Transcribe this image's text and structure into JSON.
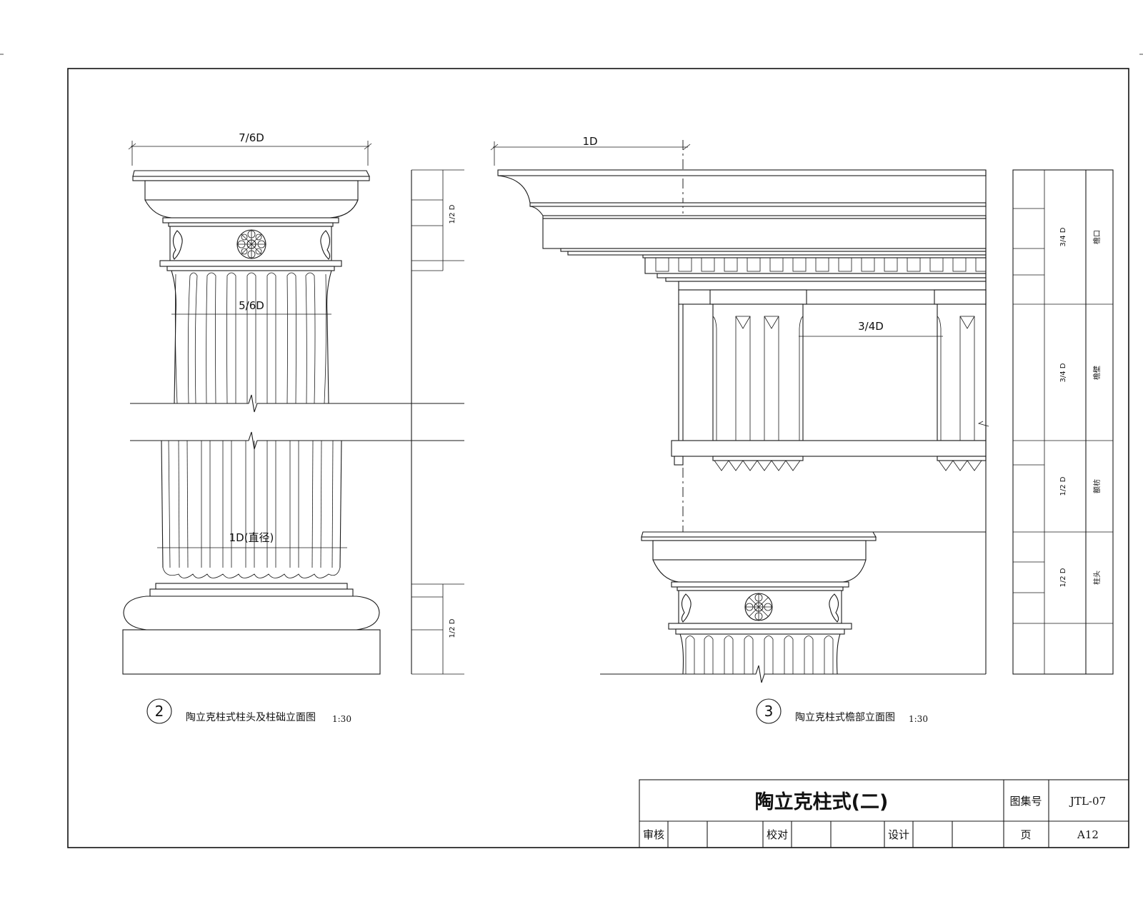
{
  "dimensions": {
    "abacus_width": "7/6D",
    "upper_diameter": "5/6D",
    "diameter": "1D(直径)",
    "entablature_module": "1D",
    "metope_width": "3/4D",
    "half_d_upper": "1/2 D",
    "half_d_lower": "1/2 D"
  },
  "right_scale": {
    "rows": [
      {
        "measure": "3/4 D",
        "name": "檐口"
      },
      {
        "measure": "3/4 D",
        "name": "檐壁"
      },
      {
        "measure": "1/2 D",
        "name": "额枋"
      },
      {
        "measure": "1/2 D",
        "name": "柱头"
      }
    ]
  },
  "drawings": [
    {
      "number": "2",
      "caption": "陶立克柱式柱头及柱础立面图",
      "scale": "1:30"
    },
    {
      "number": "3",
      "caption": "陶立克柱式檐部立面图",
      "scale": "1:30"
    }
  ],
  "title_block": {
    "title": "陶立克柱式(二)",
    "atlas_label": "图集号",
    "atlas_value": "JTL-07",
    "page_label": "页",
    "page_value": "A12",
    "review_label": "审核",
    "check_label": "校对",
    "design_label": "设计"
  }
}
